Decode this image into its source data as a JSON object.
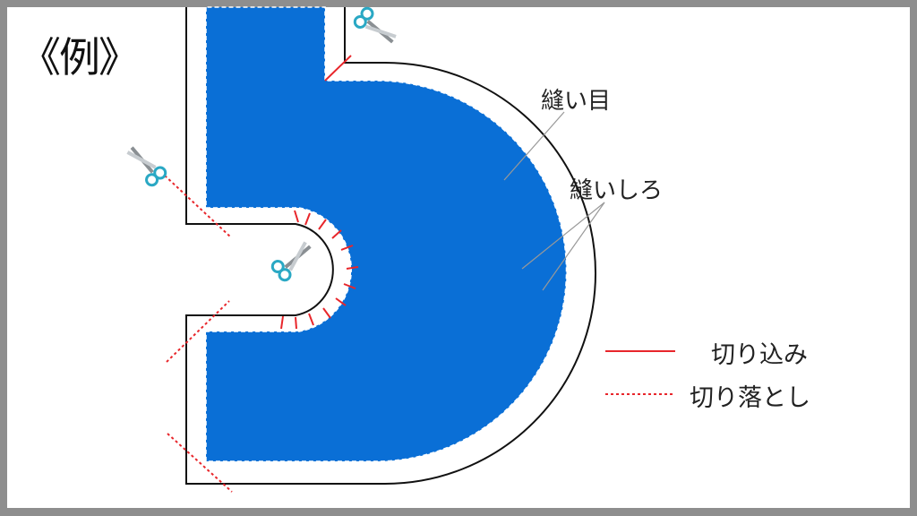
{
  "title": "《例》",
  "labels": {
    "stitch_line": "縫い目",
    "seam_allowance": "縫いしろ"
  },
  "legend": [
    {
      "key": "notch",
      "label": "切り込み",
      "line_style": "solid",
      "color": "#e8262b"
    },
    {
      "key": "trim",
      "label": "切り落とし",
      "line_style": "dotted",
      "color": "#e8262b"
    }
  ],
  "colors": {
    "fabric": "#0a6fd6",
    "cut_mark": "#e8262b",
    "frame": "#8e8e8e",
    "scissors_handle": "#2aa8c4"
  },
  "icons": [
    "scissors-icon",
    "scissors-icon",
    "scissors-icon"
  ]
}
